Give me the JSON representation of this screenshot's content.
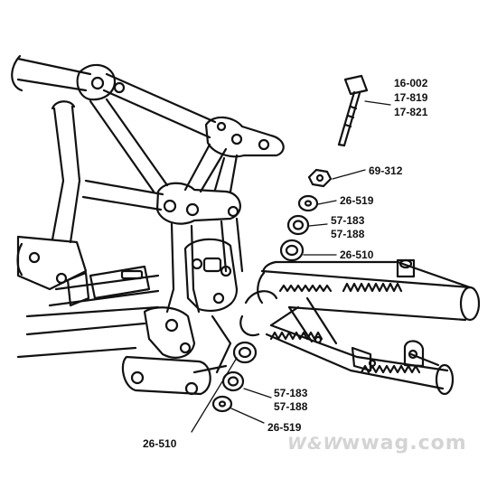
{
  "labels": {
    "bolt_1": "16-002",
    "bolt_2": "17-819",
    "bolt_3": "17-821",
    "nut": "69-312",
    "washer_top": "26-519",
    "bushing_top_1": "57-183",
    "bushing_top_2": "57-188",
    "spacer_top": "26-510",
    "bushing_bottom_1": "57-183",
    "bushing_bottom_2": "57-188",
    "washer_bottom": "26-519",
    "spacer_bottom": "26-510"
  },
  "watermark": {
    "logo": "W&W",
    "site": "wwag.com"
  },
  "colors": {
    "ink": "#111111",
    "background": "#ffffff",
    "watermark": "#d4d4d4"
  }
}
